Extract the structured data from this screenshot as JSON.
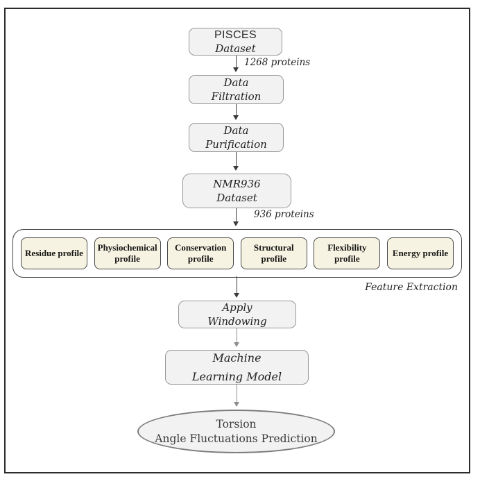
{
  "diagram": {
    "nodes": {
      "pisces": {
        "line1": "PISCES",
        "line2": "Dataset"
      },
      "data_filtration": {
        "line1": "Data",
        "line2": "Filtration"
      },
      "data_purification": {
        "line1": "Data",
        "line2": "Purification"
      },
      "nmr936": {
        "line1": "NMR936",
        "line2": "Dataset"
      },
      "apply_windowing": {
        "line1": "Apply",
        "line2": "Windowing"
      },
      "ml_model": {
        "line1": "Machine",
        "line2": "Learning Model"
      },
      "output": {
        "line1": "Torsion",
        "line2": "Angle Fluctuations Prediction"
      }
    },
    "edge_labels": {
      "pisces_to_filtration": "1268 proteins",
      "nmr936_to_features": "936 proteins"
    },
    "feature_extraction": {
      "caption": "Feature Extraction",
      "features": [
        {
          "line1": "Residue profile",
          "line2": ""
        },
        {
          "line1": "Physiochemical",
          "line2": "profile"
        },
        {
          "line1": "Conservation",
          "line2": "profile"
        },
        {
          "line1": "Structural",
          "line2": "profile"
        },
        {
          "line1": "Flexibility",
          "line2": "profile"
        },
        {
          "line1": "Energy profile",
          "line2": ""
        }
      ]
    },
    "colors": {
      "frame_border": "#2b2b2b",
      "flow_box_fill": "#f2f2f2",
      "flow_box_border": "#979797",
      "feature_box_fill": "#f7f3e2",
      "feature_box_border": "#4a4a4a",
      "feature_container_border": "#3f3f3f",
      "ellipse_fill": "#f2f2f2",
      "ellipse_border": "#7d7d7d",
      "arrow_dark": "#3a3a3a",
      "arrow_light": "#8e8e8e"
    }
  }
}
